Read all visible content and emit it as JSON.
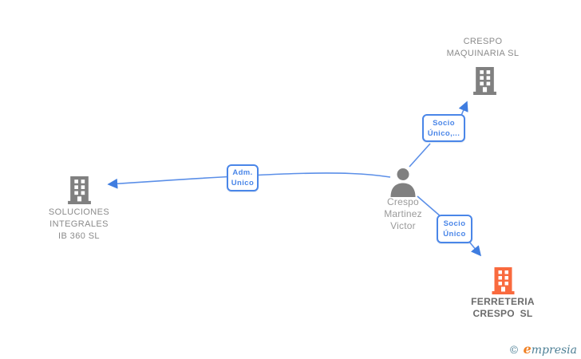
{
  "diagram": {
    "nodes": {
      "company_top": {
        "type": "company",
        "line1": "CRESPO",
        "line2": "MAQUINARIA SL"
      },
      "company_left": {
        "type": "company",
        "line1": "SOLUCIONES",
        "line2": "INTEGRALES",
        "line3": "IB 360 SL"
      },
      "company_bottom": {
        "type": "company",
        "line1": "FERRETERIA",
        "line2": "CRESPO SL"
      },
      "person": {
        "type": "person",
        "line1": "Crespo",
        "line2": "Martinez",
        "line3": "Victor"
      }
    },
    "edges": {
      "adm_unico": {
        "line1": "Adm.",
        "line2": "Unico"
      },
      "socio_unico_truncated": {
        "line1": "Socio",
        "line2": "Único,..."
      },
      "socio_unico": {
        "line1": "Socio",
        "line2": "Único"
      }
    }
  },
  "footer": {
    "copyright": "©",
    "brand_e": "e",
    "brand_rest": "mpresia"
  },
  "colors": {
    "edge_blue": "#5b8fe8",
    "arrow_blue": "#3f7de0",
    "box_border_blue": "#4a86e8",
    "icon_gray": "#808080",
    "icon_orange": "#f96a3e",
    "company_label_gray": "#8b8b8b",
    "person_label_gray": "#9a9a9a",
    "bottom_label_gray": "#6b6b6b",
    "brand_teal": "#4e8096",
    "brand_orange": "#f08125"
  }
}
